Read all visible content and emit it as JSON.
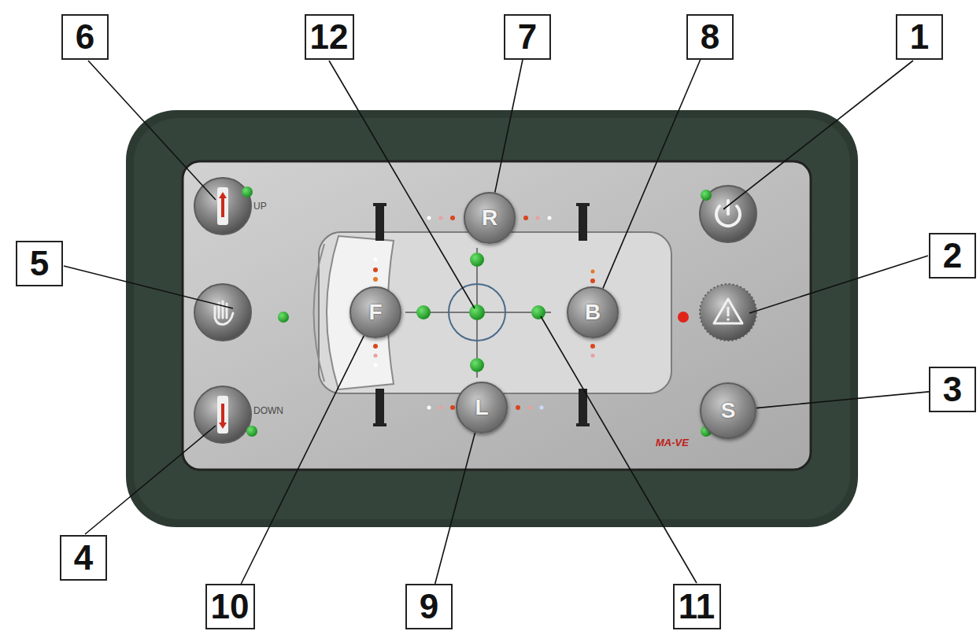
{
  "diagram": {
    "nodes": [
      {
        "text": [
          "6"
        ]
      },
      {
        "text": [
          "12"
        ]
      },
      {
        "text": [
          "7"
        ]
      },
      {
        "text": [
          "8"
        ]
      },
      {
        "text": [
          "1"
        ]
      },
      {
        "text": [
          "R"
        ]
      },
      {
        "text": [
          "5"
        ]
      },
      {
        "text": [
          "F"
        ]
      },
      {
        "text": [
          "B"
        ]
      },
      {
        "text": [
          "2"
        ]
      },
      {
        "text": [
          "S"
        ]
      },
      {
        "text": [
          "3"
        ]
      },
      {
        "text": [
          "L"
        ]
      },
      {
        "text": [
          "4"
        ]
      },
      {
        "text": [
          "10"
        ]
      },
      {
        "text": [
          "9"
        ]
      },
      {
        "text": [
          "11"
        ]
      }
    ],
    "edges": [
      {
        "from": 2,
        "to": 5,
        "arrow": "none"
      },
      {
        "from": 3,
        "to": 8,
        "arrow": "none"
      },
      {
        "from": 11,
        "to": 10,
        "arrow": "none"
      },
      {
        "from": 14,
        "to": 7,
        "arrow": "none"
      },
      {
        "from": 15,
        "to": 12,
        "arrow": "none"
      }
    ],
    "labels": [
      "UP",
      "DOWN",
      "MA-VE"
    ]
  }
}
